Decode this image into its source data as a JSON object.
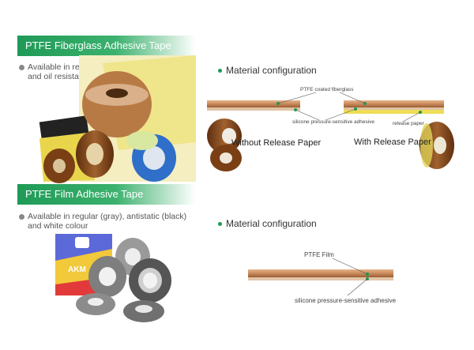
{
  "sections": [
    {
      "title": "PTFE Fiberglass Adhesive Tape",
      "bullet": [
        "Available in regular (brown), antistatic (black)",
        "and oil resistant (blue)"
      ],
      "config_heading": "Material configuration",
      "labels": {
        "coated": "PTFE coated fiberglass",
        "adhesive": "silicone pressure-sensitive adhesive",
        "release": "release paper"
      },
      "captions": [
        "Without Release Paper",
        "With Release Paper"
      ]
    },
    {
      "title": "PTFE Film Adhesive Tape",
      "bullet": [
        "Available in regular (gray), antistatic (black)",
        "and white colour"
      ],
      "config_heading": "Material configuration",
      "labels": {
        "film": "PTFE Film",
        "adhesive": "silicone pressure-sensitive adhesive"
      }
    }
  ],
  "product_box_text": "AKM",
  "colors": {
    "green": "#1f9a57",
    "copper": "#c98a5c",
    "tape_brown": "#8a4a1c",
    "tape_blue": "#2f6fc9",
    "tape_yellow": "#f0e78a",
    "film_gray": "#8a8a8a"
  }
}
